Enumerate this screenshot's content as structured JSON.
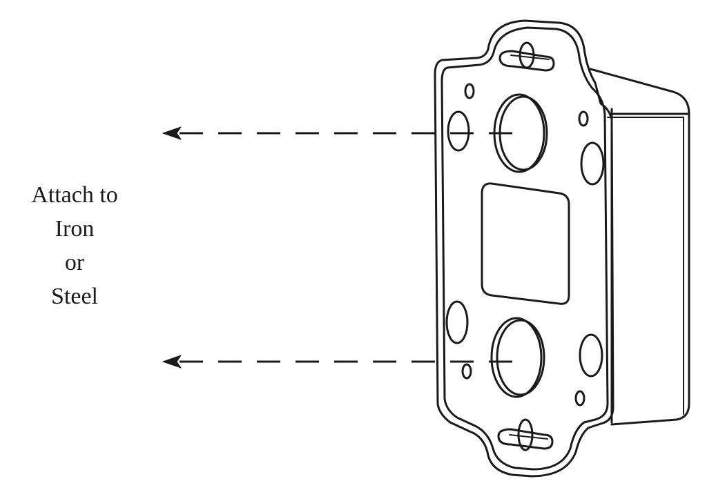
{
  "label": {
    "lines": [
      "Attach to",
      "Iron",
      "or",
      "Steel"
    ]
  },
  "colors": {
    "ink": "#1a1a1a",
    "background": "#ffffff"
  },
  "icons": {
    "arrow": "arrow-left-dashed-icon",
    "device": "magnetic-mount-bracket-icon"
  }
}
